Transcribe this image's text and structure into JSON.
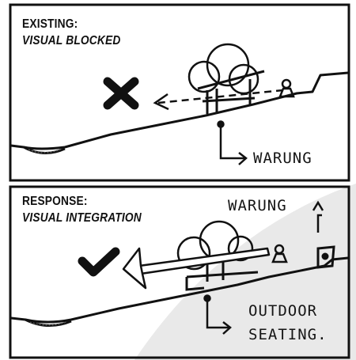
{
  "top_panel": {
    "heading": "EXISTING:",
    "subheading": "VISUAL BLOCKED",
    "callout": "WARUNG"
  },
  "bottom_panel": {
    "heading": "RESPONSE:",
    "subheading": "VISUAL INTEGRATION",
    "callout_warung": "WARUNG",
    "callout_seating_line1": "OUTDOOR",
    "callout_seating_line2": "SEATING."
  }
}
